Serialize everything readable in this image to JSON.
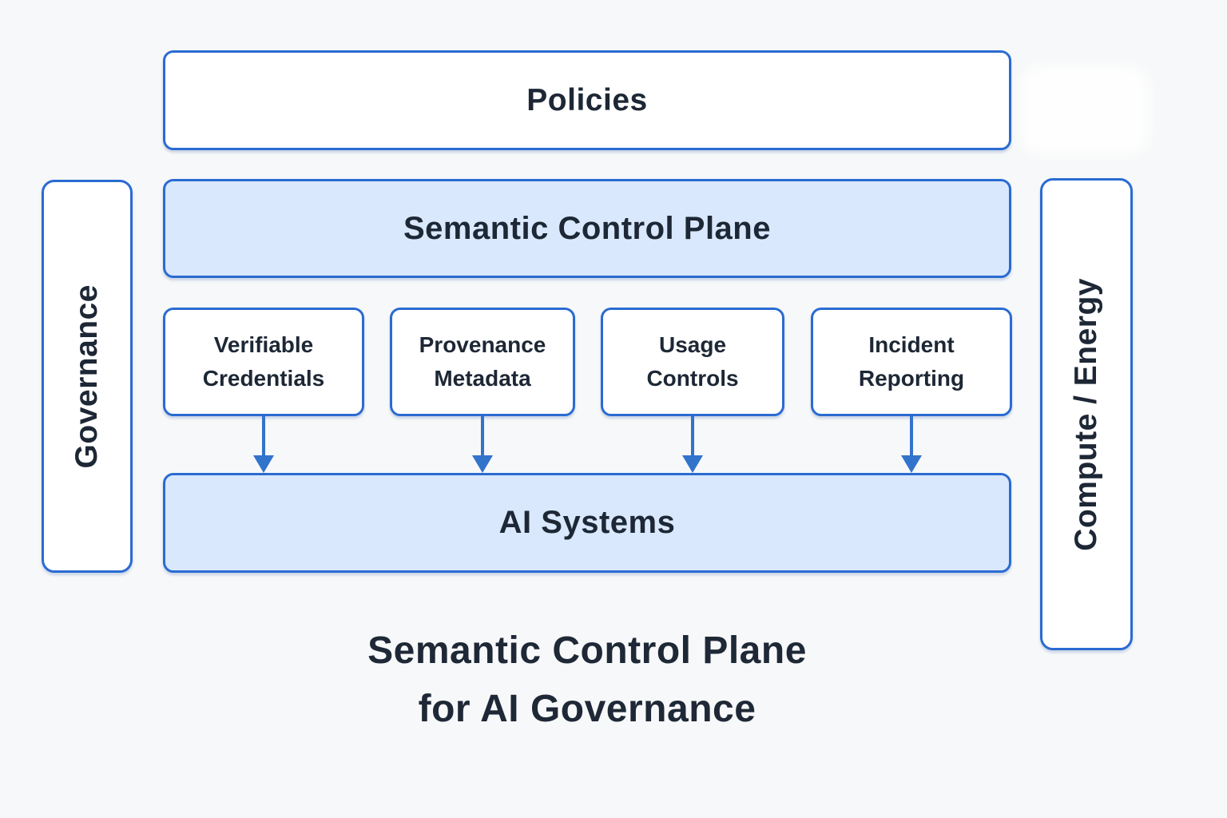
{
  "colors": {
    "background": "#f7f8f9",
    "box_border": "#2a6bd2",
    "box_fill_blue": "#d9e8fc",
    "box_fill_white": "#ffffff",
    "arrow": "#3273cc",
    "text": "#1d2735"
  },
  "boxes": {
    "policies": {
      "label": "Policies"
    },
    "semantic_control_plane": {
      "label": "Semantic Control Plane"
    },
    "ai_systems": {
      "label": "AI Systems"
    },
    "governance": {
      "label": "Governance"
    },
    "compute_energy": {
      "label": "Compute / Energy"
    }
  },
  "components": [
    {
      "label": "Verifiable Credentials"
    },
    {
      "label": "Provenance Metadata"
    },
    {
      "label": "Usage Controls"
    },
    {
      "label": "Incident Reporting"
    }
  ],
  "caption": {
    "line1": "Semantic Control Plane",
    "line2": "for AI Governance"
  }
}
